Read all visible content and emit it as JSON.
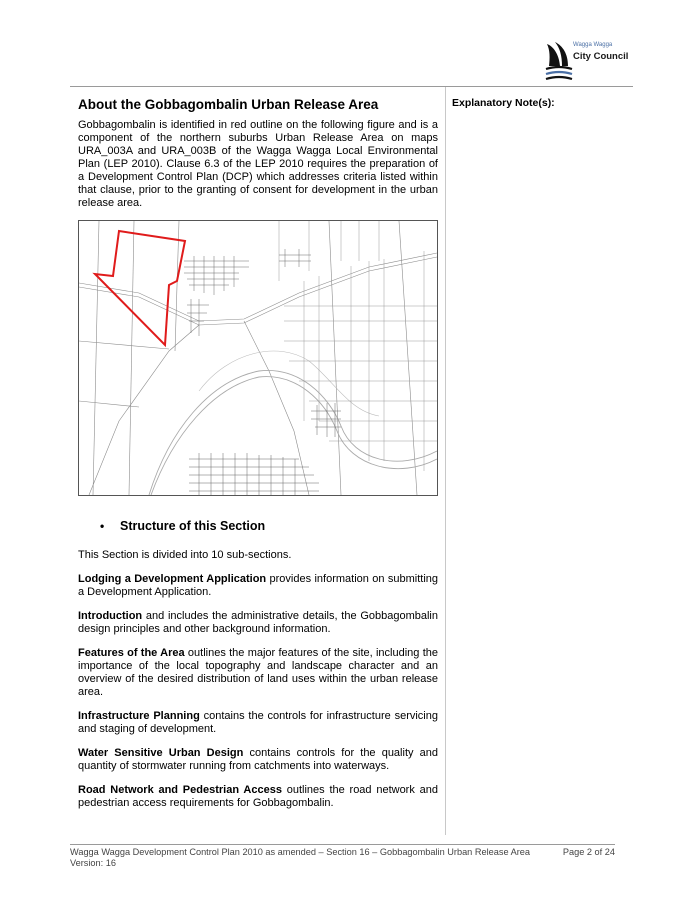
{
  "header": {
    "logo_small": "Wagga Wagga",
    "logo_big": "City Council"
  },
  "main": {
    "title": "About the Gobbagombalin Urban Release Area",
    "intro": "Gobbagombalin is identified in red outline on the following figure and is a component of the northern suburbs Urban Release Area on maps URA_003A and URA_003B of the Wagga Wagga Local Environmental Plan (LEP 2010). Clause 6.3 of the LEP 2010 requires the preparation of a Development Control Plan (DCP) which addresses criteria listed within that clause, prior to the granting of consent for development in the urban release area.",
    "structure_bullet": "•",
    "structure_heading": "Structure of this Section",
    "divided_text": "This Section is divided into 10 sub-sections.",
    "items": [
      {
        "term": "Lodging a Development Application",
        "desc": " provides information on submitting a Development Application."
      },
      {
        "term": "Introduction",
        "desc": " and includes the administrative details, the Gobbagombalin design principles and other background information."
      },
      {
        "term": "Features of the Area",
        "desc": " outlines the major features of the site, including the importance of the local topography and landscape character and an overview of the desired distribution of land uses within the urban release area."
      },
      {
        "term": "Infrastructure Planning",
        "desc": " contains the controls for infrastructure servicing and staging of development."
      },
      {
        "term": "Water Sensitive Urban Design",
        "desc": " contains controls for the quality and quantity of stormwater running from catchments into waterways."
      },
      {
        "term": "Road Network and Pedestrian Access",
        "desc": " outlines the road network and pedestrian access requirements for Gobbagombalin."
      }
    ]
  },
  "sidebar": {
    "explanatory_note": "Explanatory Note(s):"
  },
  "footer": {
    "left_line": "Wagga Wagga Development Control Plan 2010 as amended – Section 16 – Gobbagombalin Urban Release Area",
    "page": "Page 2 of 24",
    "version": "Version: 16"
  },
  "colors": {
    "outline_red": "#e01b1b",
    "logo_blue": "#4a6fa5"
  }
}
